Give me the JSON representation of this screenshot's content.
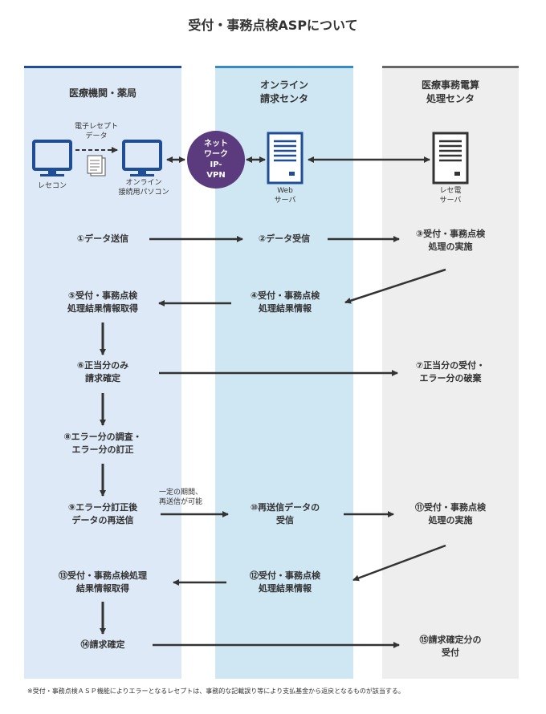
{
  "title": "受付・事務点検ASPについて",
  "columns": {
    "left": "医療機関・薬局",
    "mid": "オンライン\n請求センタ",
    "right": "医療事務電算\n処理センタ"
  },
  "colors": {
    "left_bg": "#dde9f6",
    "mid_bg": "#cfe6f3",
    "right_bg": "#eeeeee",
    "left_top": "#1f4e96",
    "mid_top": "#3a8bc2",
    "right_top": "#666666",
    "vpn": "#5b3a7d",
    "icon": "#1f4e96"
  },
  "icons": {
    "receipt_label": "電子レセプト\nデータ",
    "rececon": "レセコン",
    "pc": "オンライン\n接続用パソコン",
    "vpn": "ネット\nワーク\nIP-\nVPN",
    "web_server": "Web\nサーバ",
    "rece_server": "レセ電\nサーバ"
  },
  "steps": {
    "s1": "①データ送信",
    "s2": "②データ受信",
    "s3": "③受付・事務点検\n処理の実施",
    "s4": "④受付・事務点検\n処理結果情報",
    "s5": "⑤受付・事務点検\n処理結果情報取得",
    "s6": "⑥正当分のみ\n請求確定",
    "s7": "⑦正当分の受付・\nエラー分の破棄",
    "s8": "⑧エラー分の調査・\nエラー分の訂正",
    "s9": "⑨エラー分訂正後\nデータの再送信",
    "s9_note": "一定の期間、\n再送信が可能",
    "s10": "⑩再送信データの\n受信",
    "s11": "⑪受付・事務点検\n処理の実施",
    "s12": "⑫受付・事務点検\n処理結果情報",
    "s13": "⑬受付・事務点検処理\n結果情報取得",
    "s14": "⑭請求確定",
    "s15": "⑮請求確定分の\n受付"
  },
  "footnote": "※受付・事務点検ＡＳＰ機能によりエラーとなるレセプトは、事務的な記載誤り等により支払基金から返戻となるものが該当する。"
}
